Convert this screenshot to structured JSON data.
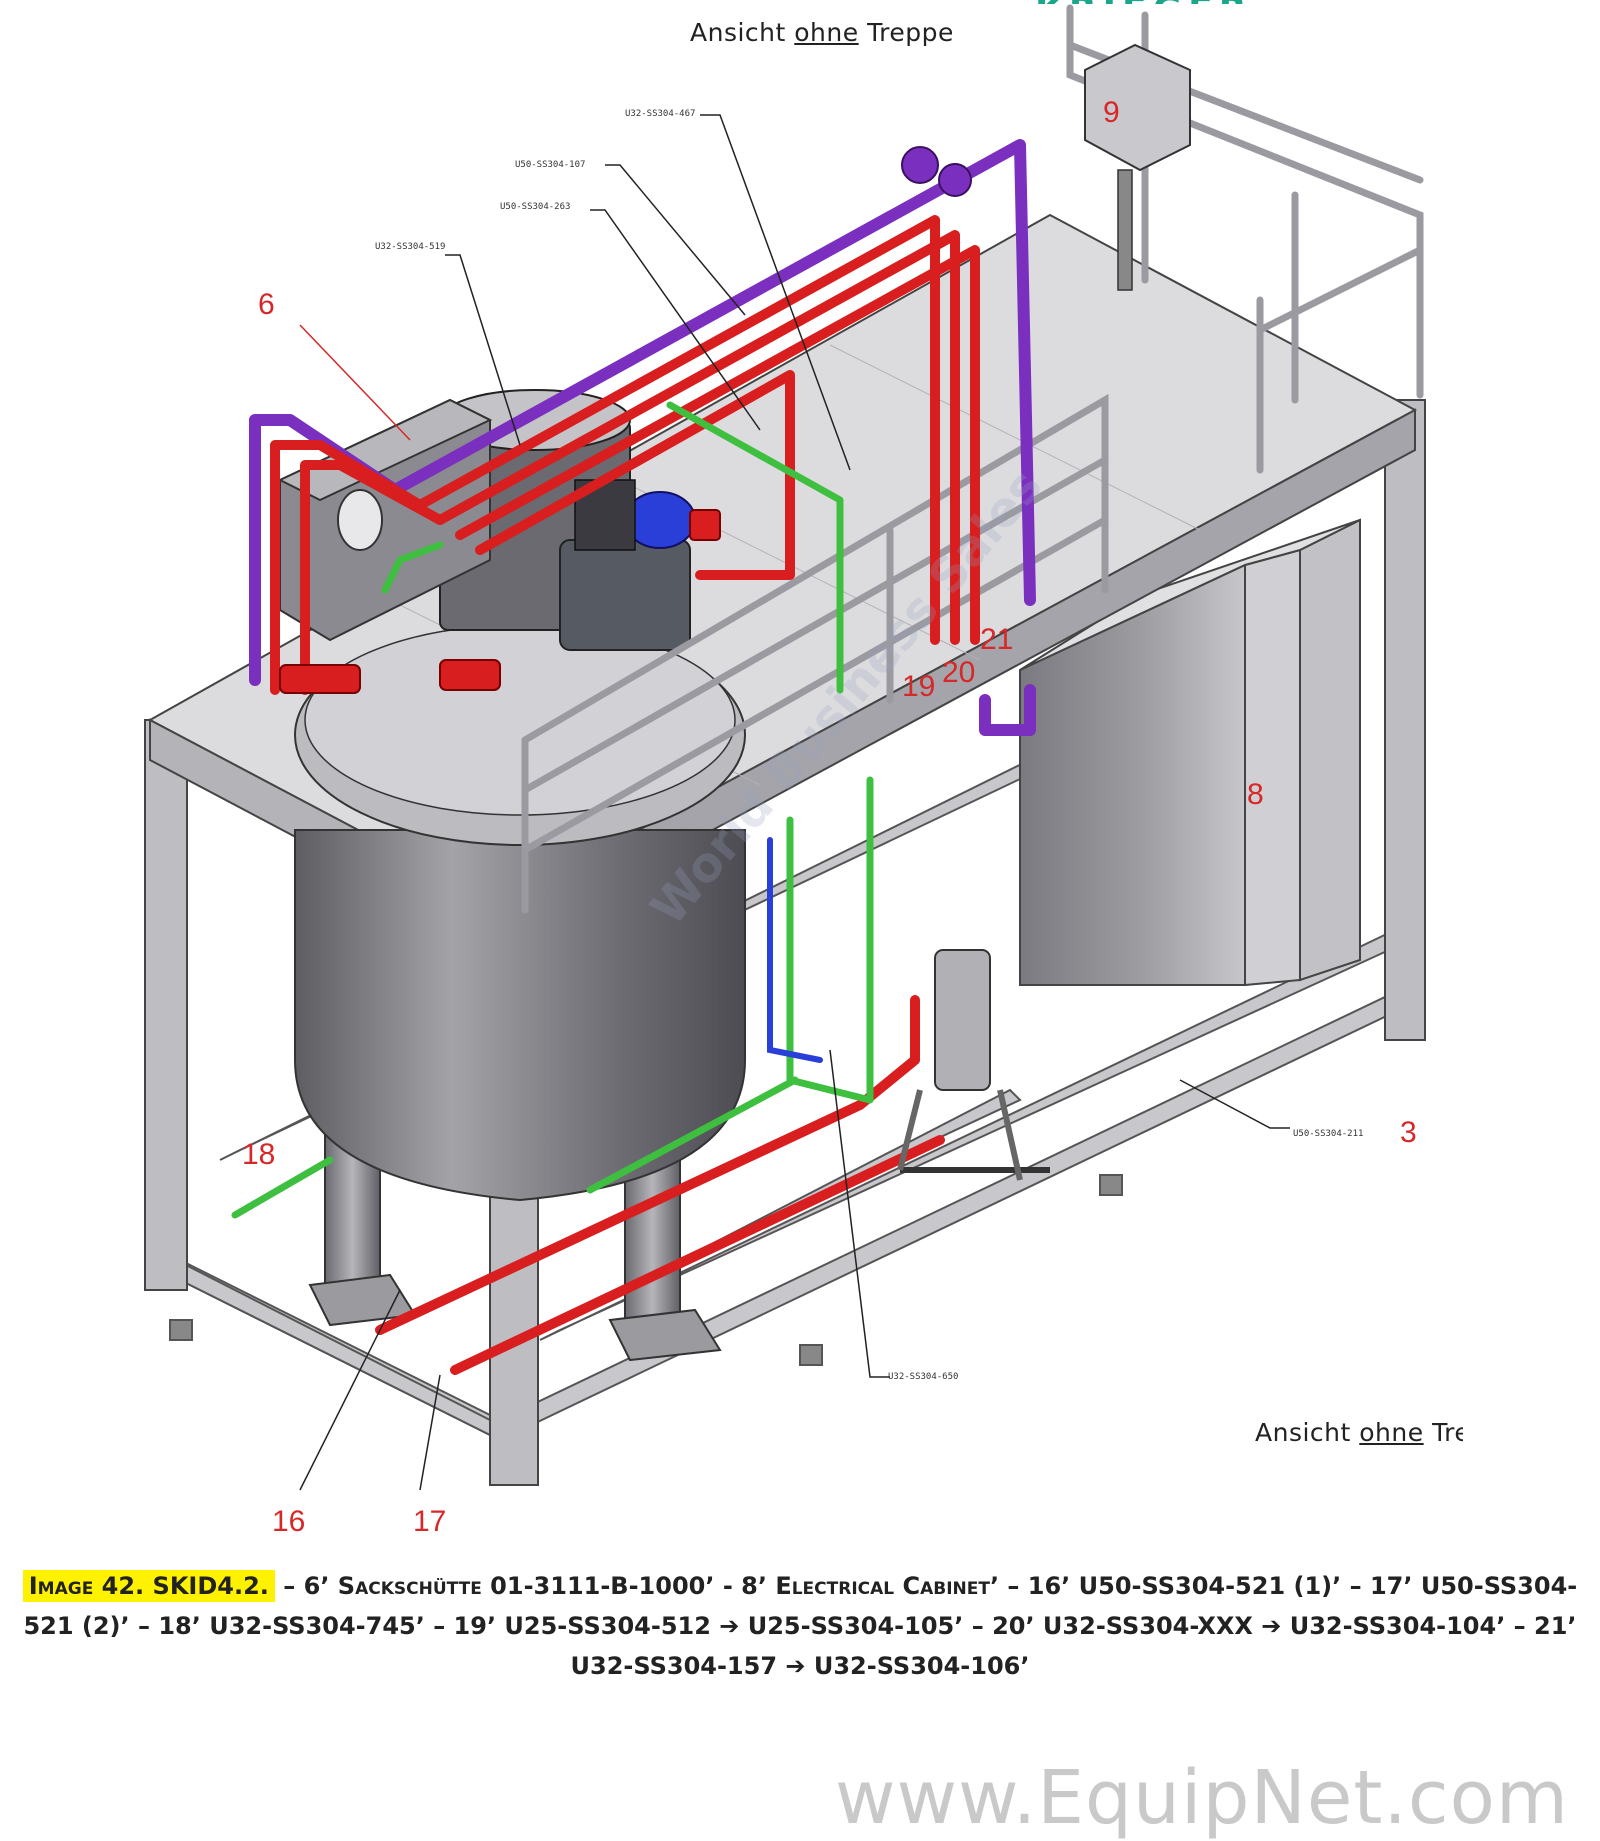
{
  "drawing": {
    "view_title_top": {
      "pre": "Ansicht ",
      "underlined": "ohne",
      "post": " Treppe"
    },
    "view_title_bottom": {
      "pre": "Ansicht ",
      "underlined": "ohne",
      "post": " Trep"
    },
    "callouts": [
      "6",
      "8",
      "9",
      "3",
      "16",
      "17",
      "18",
      "19",
      "20",
      "21"
    ],
    "pipe_tags": [
      "U32-SS304-467",
      "U50-SS304-107",
      "U50-SS304-263",
      "U32-SS304-519",
      "U50-SS304-211",
      "U32-SS304-650"
    ],
    "pipe_colors": {
      "red": "#d81e1e",
      "purple": "#7b2fbf",
      "green": "#3fbf3f",
      "blue": "#2a3fd8"
    },
    "diagonal_watermark": "World Business Sales"
  },
  "caption": {
    "label": "Image 42. SKID4.2.",
    "text": "– 6’ Sackschütte 01-3111-B-1000’  - 8’ Electrical Cabinet’ – 16’ U50-SS304-521 (1)’ – 17’ U50-SS304-521 (2)’ – 18’ U32-SS304-745’ – 19’ U25-SS304-512 ➔ U25-SS304-105’ – 20’ U32-SS304-XXX ➔ U32-SS304-104’ – 21’ U32-SS304-157 ➔ U32-SS304-106’"
  },
  "watermark": "www.EquipNet.com"
}
